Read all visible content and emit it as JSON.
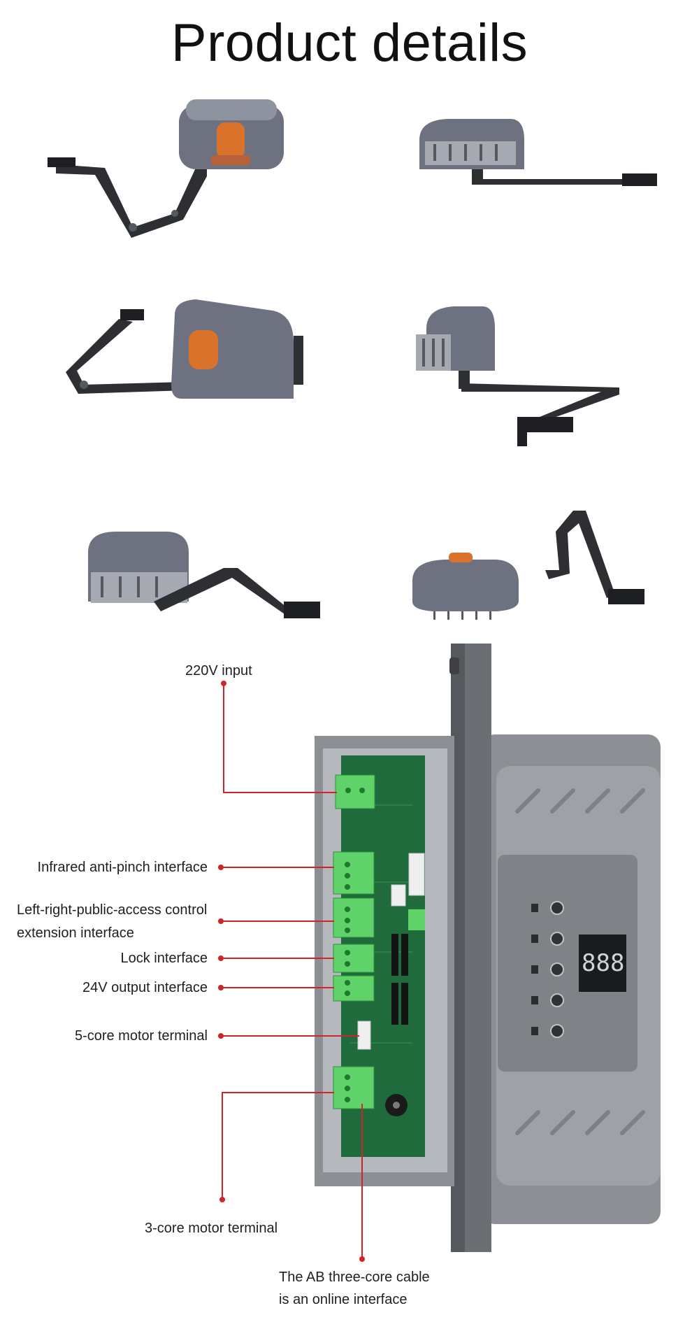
{
  "title": "Product details",
  "colors": {
    "housing": "#6e7280",
    "housing_light": "#8e93a0",
    "arm": "#2d2f33",
    "button": "#d9732c",
    "board": "#1f6b3c",
    "terminal": "#5fd36a",
    "annotation": "#d0242b",
    "case": "#8c8f93"
  },
  "photos": [
    {
      "name": "opener-view-1",
      "icon": "gate-opener-arm"
    },
    {
      "name": "opener-view-2",
      "icon": "gate-opener-arm"
    },
    {
      "name": "opener-view-3",
      "icon": "gate-opener-arm"
    },
    {
      "name": "opener-view-4",
      "icon": "gate-opener-arm"
    },
    {
      "name": "opener-view-5",
      "icon": "gate-opener-arm"
    },
    {
      "name": "opener-view-6",
      "icon": "gate-opener-arm"
    }
  ],
  "controller": {
    "display": "888",
    "annotations": {
      "input_220v": "220V input",
      "infrared": "Infrared anti-pinch interface",
      "access_line1": "Left-right-public-access control",
      "access_line2": "extension interface",
      "lock": "Lock interface",
      "output_24v": "24V output interface",
      "motor_5core": "5-core motor terminal",
      "motor_3core": "3-core motor terminal",
      "ab_line1": "The AB three-core cable",
      "ab_line2": "is an online interface"
    }
  }
}
